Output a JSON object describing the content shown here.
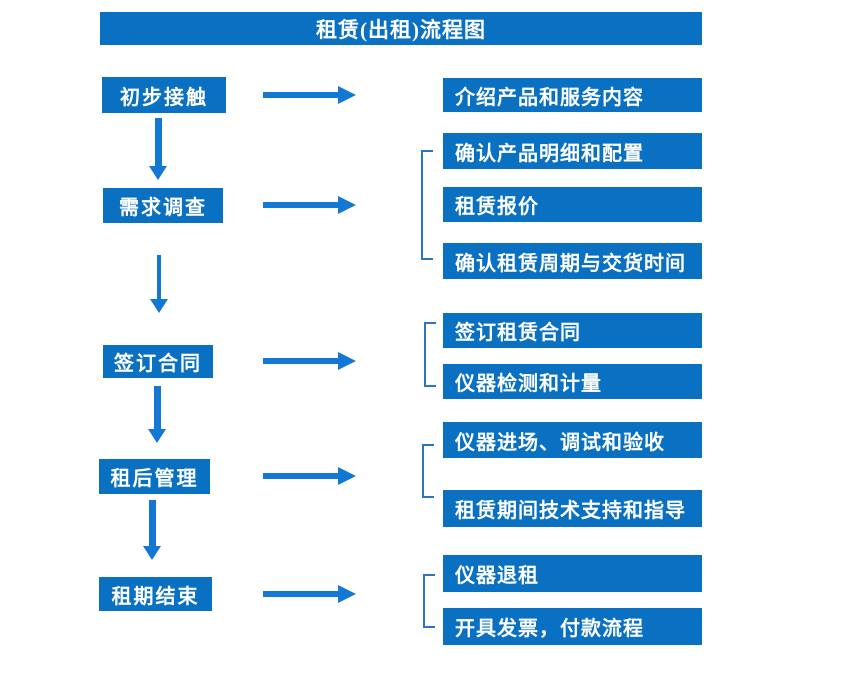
{
  "flowchart": {
    "title": "租赁(出租)流程图",
    "steps": [
      {
        "label": "初步接触",
        "outputs": [
          "介绍产品和服务内容"
        ]
      },
      {
        "label": "需求调查",
        "outputs": [
          "确认产品明细和配置",
          "租赁报价",
          "确认租赁周期与交货时间"
        ]
      },
      {
        "label": "签订合同",
        "outputs": [
          "签订租赁合同",
          "仪器检测和计量"
        ]
      },
      {
        "label": "租后管理",
        "outputs": [
          "仪器进场、调试和验收",
          "租赁期间技术支持和指导"
        ]
      },
      {
        "label": "租期结束",
        "outputs": [
          "仪器退租",
          "开具发票，付款流程"
        ]
      }
    ]
  },
  "colors": {
    "box": "#0a70c2",
    "arrow": "#1377d4",
    "bracket": "#2e74c0",
    "text": "#ffffff"
  }
}
